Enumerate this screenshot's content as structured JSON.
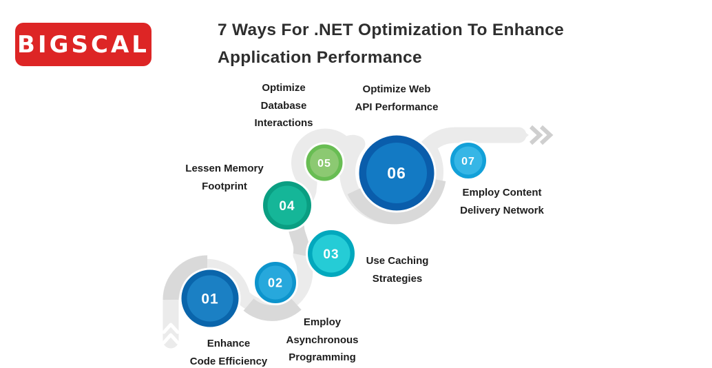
{
  "header": {
    "logo_text": "BIGSCAL",
    "title_line1": "7 Ways For .NET Optimization To Enhance",
    "title_line2": "Application Performance"
  },
  "steps": [
    {
      "number": "01",
      "label": [
        "Enhance",
        "Code Efficiency"
      ],
      "outer_color": "#0a65ab",
      "inner_color": "#1b80c4"
    },
    {
      "number": "02",
      "label": [
        "Employ",
        "Asynchronous",
        "Programming"
      ],
      "outer_color": "#0d94cc",
      "inner_color": "#27a8dc"
    },
    {
      "number": "03",
      "label": [
        "Use Caching",
        "Strategies"
      ],
      "outer_color": "#02a8bd",
      "inner_color": "#25ccd6"
    },
    {
      "number": "04",
      "label": [
        "Lessen Memory",
        "Footprint"
      ],
      "outer_color": "#0a9e82",
      "inner_color": "#15b698"
    },
    {
      "number": "05",
      "label": [
        "Optimize",
        "Database",
        "Interactions"
      ],
      "outer_color": "#68bd53",
      "inner_color": "#8cc972"
    },
    {
      "number": "06",
      "label": [
        "Optimize Web",
        "API Performance"
      ],
      "outer_color": "#0a5dab",
      "inner_color": "#137ac4"
    },
    {
      "number": "07",
      "label": [
        "Employ Content",
        "Delivery Network"
      ],
      "outer_color": "#12a0d8",
      "inner_color": "#36b6e6"
    }
  ],
  "icons": {
    "start": "up-chevrons",
    "end": "forward-chevrons"
  },
  "colors": {
    "ribbon_light": "#ebebeb",
    "ribbon_dark": "#d9d9d9",
    "chevron_gray": "#cfcfcf",
    "logo_bg": "#dd2525",
    "title_text": "#2e2e2e",
    "label_text": "#1d1d1d",
    "circle_border": "#ffffff"
  }
}
